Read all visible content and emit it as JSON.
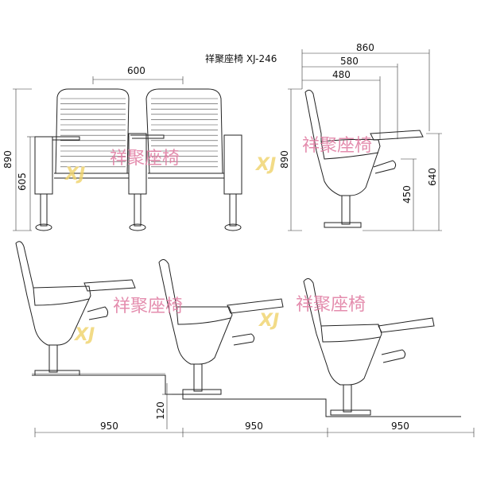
{
  "title": "祥聚座椅 XJ-246",
  "watermark": {
    "brand": "XJ",
    "text": "祥聚座椅",
    "text_color": "#e07aa0",
    "logo_color": "#f0d36a"
  },
  "front_view": {
    "seat_spacing": "600",
    "total_height": "890",
    "seat_height": "605"
  },
  "side_view": {
    "depth_overall": "860",
    "depth_mid": "580",
    "depth_seat": "480",
    "total_height": "890",
    "arm_height": "640",
    "seat_height": "450"
  },
  "tiered_view": {
    "step_height": "120",
    "row_spacing": [
      "950",
      "950",
      "950"
    ]
  }
}
